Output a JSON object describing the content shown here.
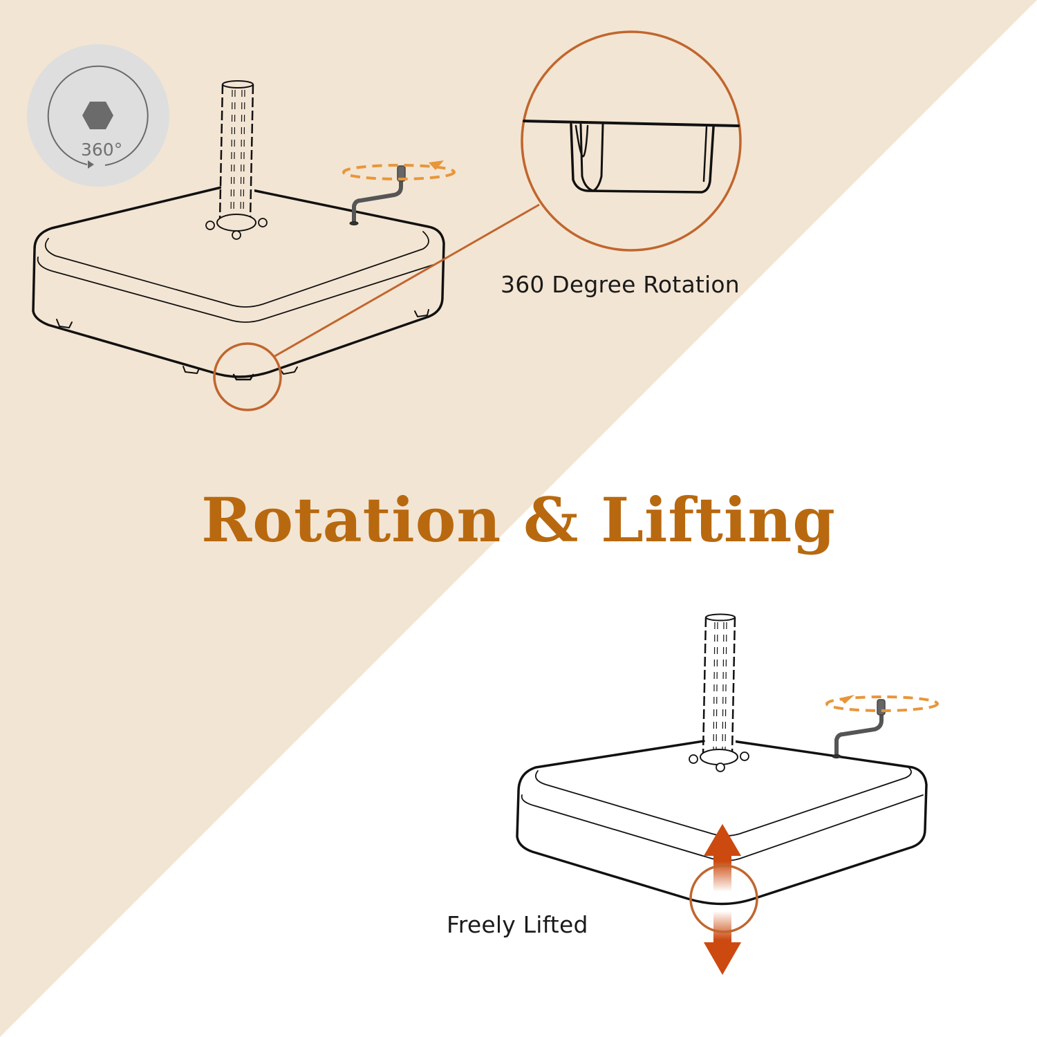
{
  "title": "Rotation & Lifting",
  "badge": {
    "icon": "hexagon-rotate-icon",
    "text": "360°"
  },
  "callouts": {
    "rotation": {
      "label": "360 Degree Rotation"
    },
    "lifting": {
      "label": "Freely Lifted"
    }
  },
  "colors": {
    "background_beige": "#f3e5d3",
    "background_white": "#ffffff",
    "title": "#b8690f",
    "callout_circle": "#c0662e",
    "dashed_rotation": "#e8963a",
    "lift_arrow": "#cc4a10",
    "badge_bg": "#dedede",
    "line_art": "#111111"
  }
}
